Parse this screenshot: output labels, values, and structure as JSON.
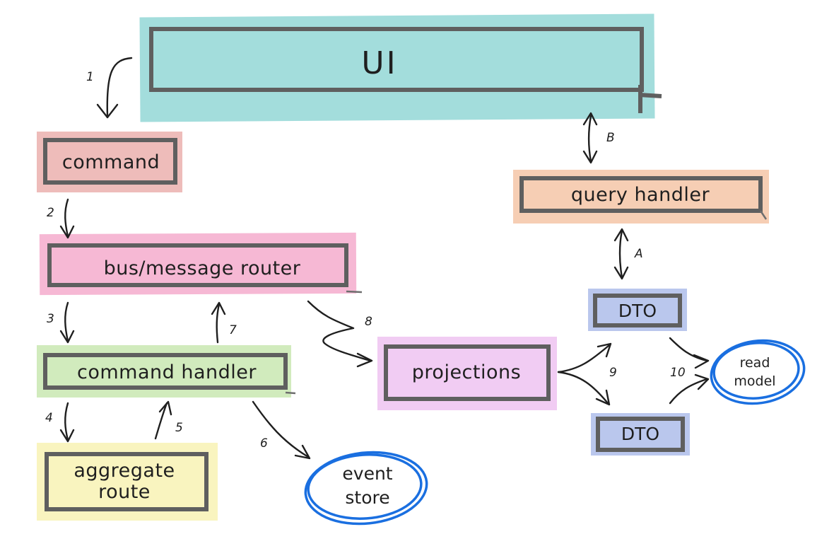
{
  "colors": {
    "ui_highlight": "#7fd0cf",
    "command_highlight": "#e8a29f",
    "bus_highlight": "#f29cc3",
    "handler_highlight": "#bfe3a4",
    "aggregate_highlight": "#f6f0a6",
    "projections_highlight": "#ebb8ef",
    "query_highlight": "#f2bb97",
    "dto_highlight": "#9fb2e6",
    "store_oval": "#1a6fe0",
    "frame": "#5f5f5f",
    "ink": "#1f1f1f"
  },
  "nodes": {
    "ui": "UI",
    "command": "command",
    "bus": "bus/message router",
    "command_handler": "command handler",
    "aggregate_line1": "aggregate",
    "aggregate_line2": "route",
    "event_store_line1": "event",
    "event_store_line2": "store",
    "projections": "projections",
    "query_handler": "query handler",
    "dto_top": "DTO",
    "dto_bottom": "DTO",
    "read_model_line1": "read",
    "read_model_line2": "model"
  },
  "steps": {
    "s1": "1",
    "s2": "2",
    "s3": "3",
    "s4": "4",
    "s5": "5",
    "s6": "6",
    "s7": "7",
    "s8": "8",
    "s9": "9",
    "s10": "10",
    "sA": "A",
    "sB": "B"
  }
}
